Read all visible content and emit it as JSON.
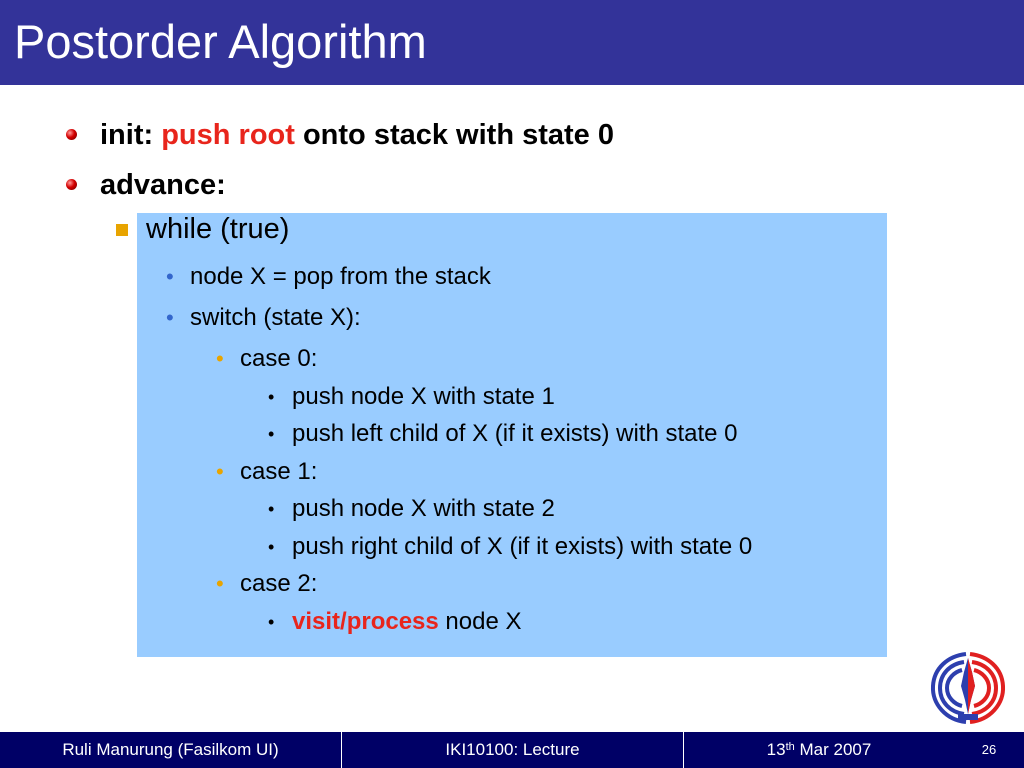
{
  "slide": {
    "title": "Postorder Algorithm",
    "bullets": [
      {
        "prefix": "init: ",
        "highlight": "push root",
        "suffix": " onto stack with state 0"
      },
      {
        "text": "advance:"
      }
    ],
    "code": {
      "while": "while (true)",
      "pop": "node X = pop from the stack",
      "switch": "switch (state X):",
      "case0": "case 0:",
      "case0_a": "push node X with state 1",
      "case0_b": "push left child of X (if it exists) with state 0",
      "case1": "case 1:",
      "case1_a": "push node X with state 2",
      "case1_b": "push right child of X (if it exists) with state 0",
      "case2": "case 2:",
      "case2_highlight": "visit/process",
      "case2_suffix": " node X"
    },
    "bullet_glyph": "•"
  },
  "footer": {
    "author": "Ruli Manurung (Fasilkom UI)",
    "course": "IKI10100: Lecture",
    "date_day": "13",
    "date_sup": "th",
    "date_rest": " Mar 2007",
    "page_number": "26"
  },
  "colors": {
    "title_bar": "#333399",
    "footer": "#000066",
    "code_box": "#99ccff",
    "highlight_red": "#e8251c",
    "bullet_blue": "#3366cc",
    "bullet_orange": "#e8a400"
  },
  "icons": [
    "red-ball-bullet-icon",
    "orange-square-bullet-icon",
    "university-logo-icon"
  ]
}
